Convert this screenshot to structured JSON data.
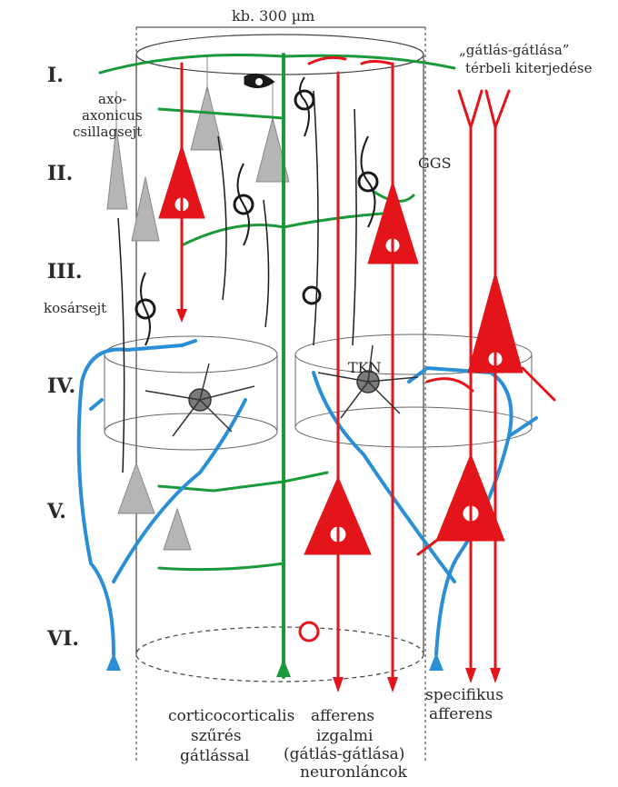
{
  "scale_label": "kb. 300 µm",
  "layers": [
    "I.",
    "II.",
    "III.",
    "IV.",
    "V.",
    "VI."
  ],
  "labels": {
    "axo": "axo-",
    "axonicus": "axonicus",
    "csillagsejt": "csillagsejt",
    "kosarsejt": "kosársejt",
    "gatlas_title": "„gátlás-gátlása”",
    "gatlas_sub": "térbeli kiterjedése",
    "ggs": "GGS",
    "tkn": "TKN"
  },
  "bottom": {
    "cc_line1": "corticocorticalis",
    "cc_line2": "szűrés",
    "cc_line3": "gátlással",
    "aff_line1": "afferens",
    "aff_line2": "izgalmi",
    "aff_line3": "(gátlás-gátlása)",
    "aff_line4": "neuronláncok",
    "spec_line1": "specifikus",
    "spec_line2": "afferens"
  },
  "colors": {
    "green": "#1a9a3a",
    "red": "#e3151b",
    "blue": "#2a8fd6",
    "black": "#1a1a1a",
    "grey": "#a9a9a9"
  }
}
